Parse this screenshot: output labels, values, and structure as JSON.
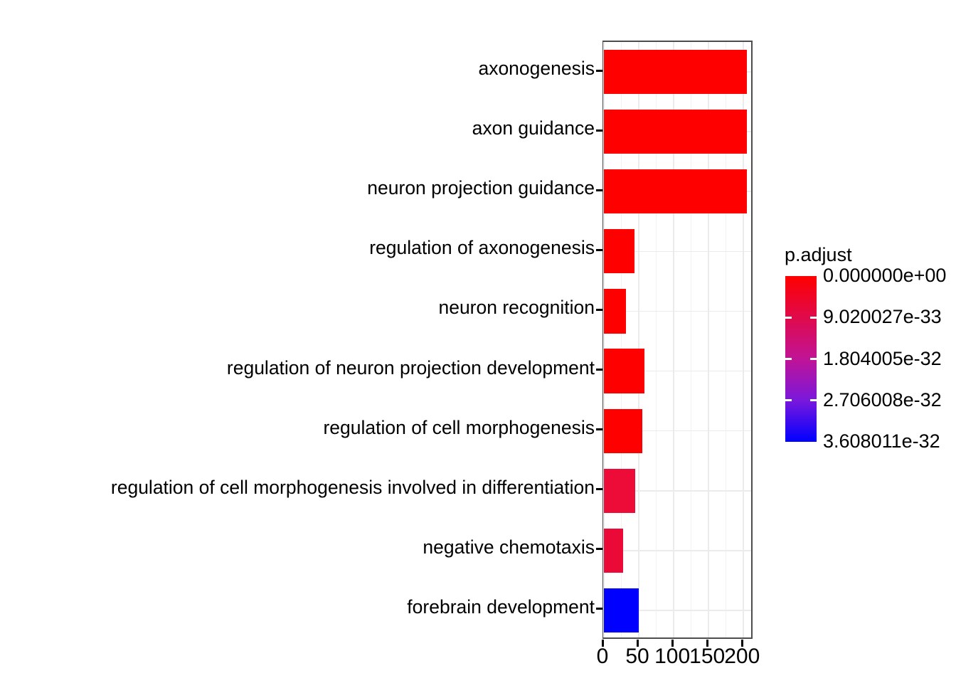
{
  "chart_data": {
    "type": "bar",
    "title": "",
    "xlabel": "",
    "ylabel": "",
    "orientation": "horizontal",
    "grid": true,
    "xlim": [
      0,
      215
    ],
    "xticks": [
      0,
      50,
      100,
      150,
      200
    ],
    "xtick_labels": [
      "0",
      "50",
      "100",
      "150",
      "200"
    ],
    "categories": [
      "axonogenesis",
      "axon guidance",
      "neuron projection guidance",
      "regulation of axonogenesis",
      "neuron recognition",
      "regulation of neuron projection development",
      "regulation of cell morphogenesis",
      "regulation of cell morphogenesis involved in differentiation",
      "negative chemotaxis",
      "forebrain development"
    ],
    "values": [
      205,
      205,
      205,
      44,
      32,
      58,
      55,
      45,
      28,
      50
    ],
    "colors": [
      "#FF0000",
      "#FF0000",
      "#FF0000",
      "#FF0000",
      "#FF0000",
      "#FF0000",
      "#FF0000",
      "#ED0B38",
      "#EB0A37",
      "#0000FF"
    ],
    "color_values": [
      "0.000000e+00",
      "0.000000e+00",
      "0.000000e+00",
      "0.000000e+00",
      "0.000000e+00",
      "0.000000e+00",
      "0.000000e+00",
      "2.0e-33",
      "2.0e-33",
      "3.608011e-32"
    ],
    "legend": {
      "title": "p.adjust",
      "position": "right",
      "tick_labels": [
        "0.000000e+00",
        "9.020027e-33",
        "1.804005e-32",
        "2.706008e-32",
        "3.608011e-32"
      ],
      "gradient_from": "#FF0000",
      "gradient_to": "#0000FF"
    }
  },
  "legend": {
    "title": "p.adjust",
    "labels": [
      "0.000000e+00",
      "9.020027e-33",
      "1.804005e-32",
      "2.706008e-32",
      "3.608011e-32"
    ]
  },
  "axis": {
    "x_tick_labels": [
      "0",
      "50",
      "100",
      "150",
      "200"
    ],
    "y_tick_labels": [
      "axonogenesis",
      "axon guidance",
      "neuron projection guidance",
      "regulation of axonogenesis",
      "neuron recognition",
      "regulation of neuron projection development",
      "regulation of cell morphogenesis",
      "regulation of cell morphogenesis involved in differentiation",
      "negative chemotaxis",
      "forebrain development"
    ]
  }
}
